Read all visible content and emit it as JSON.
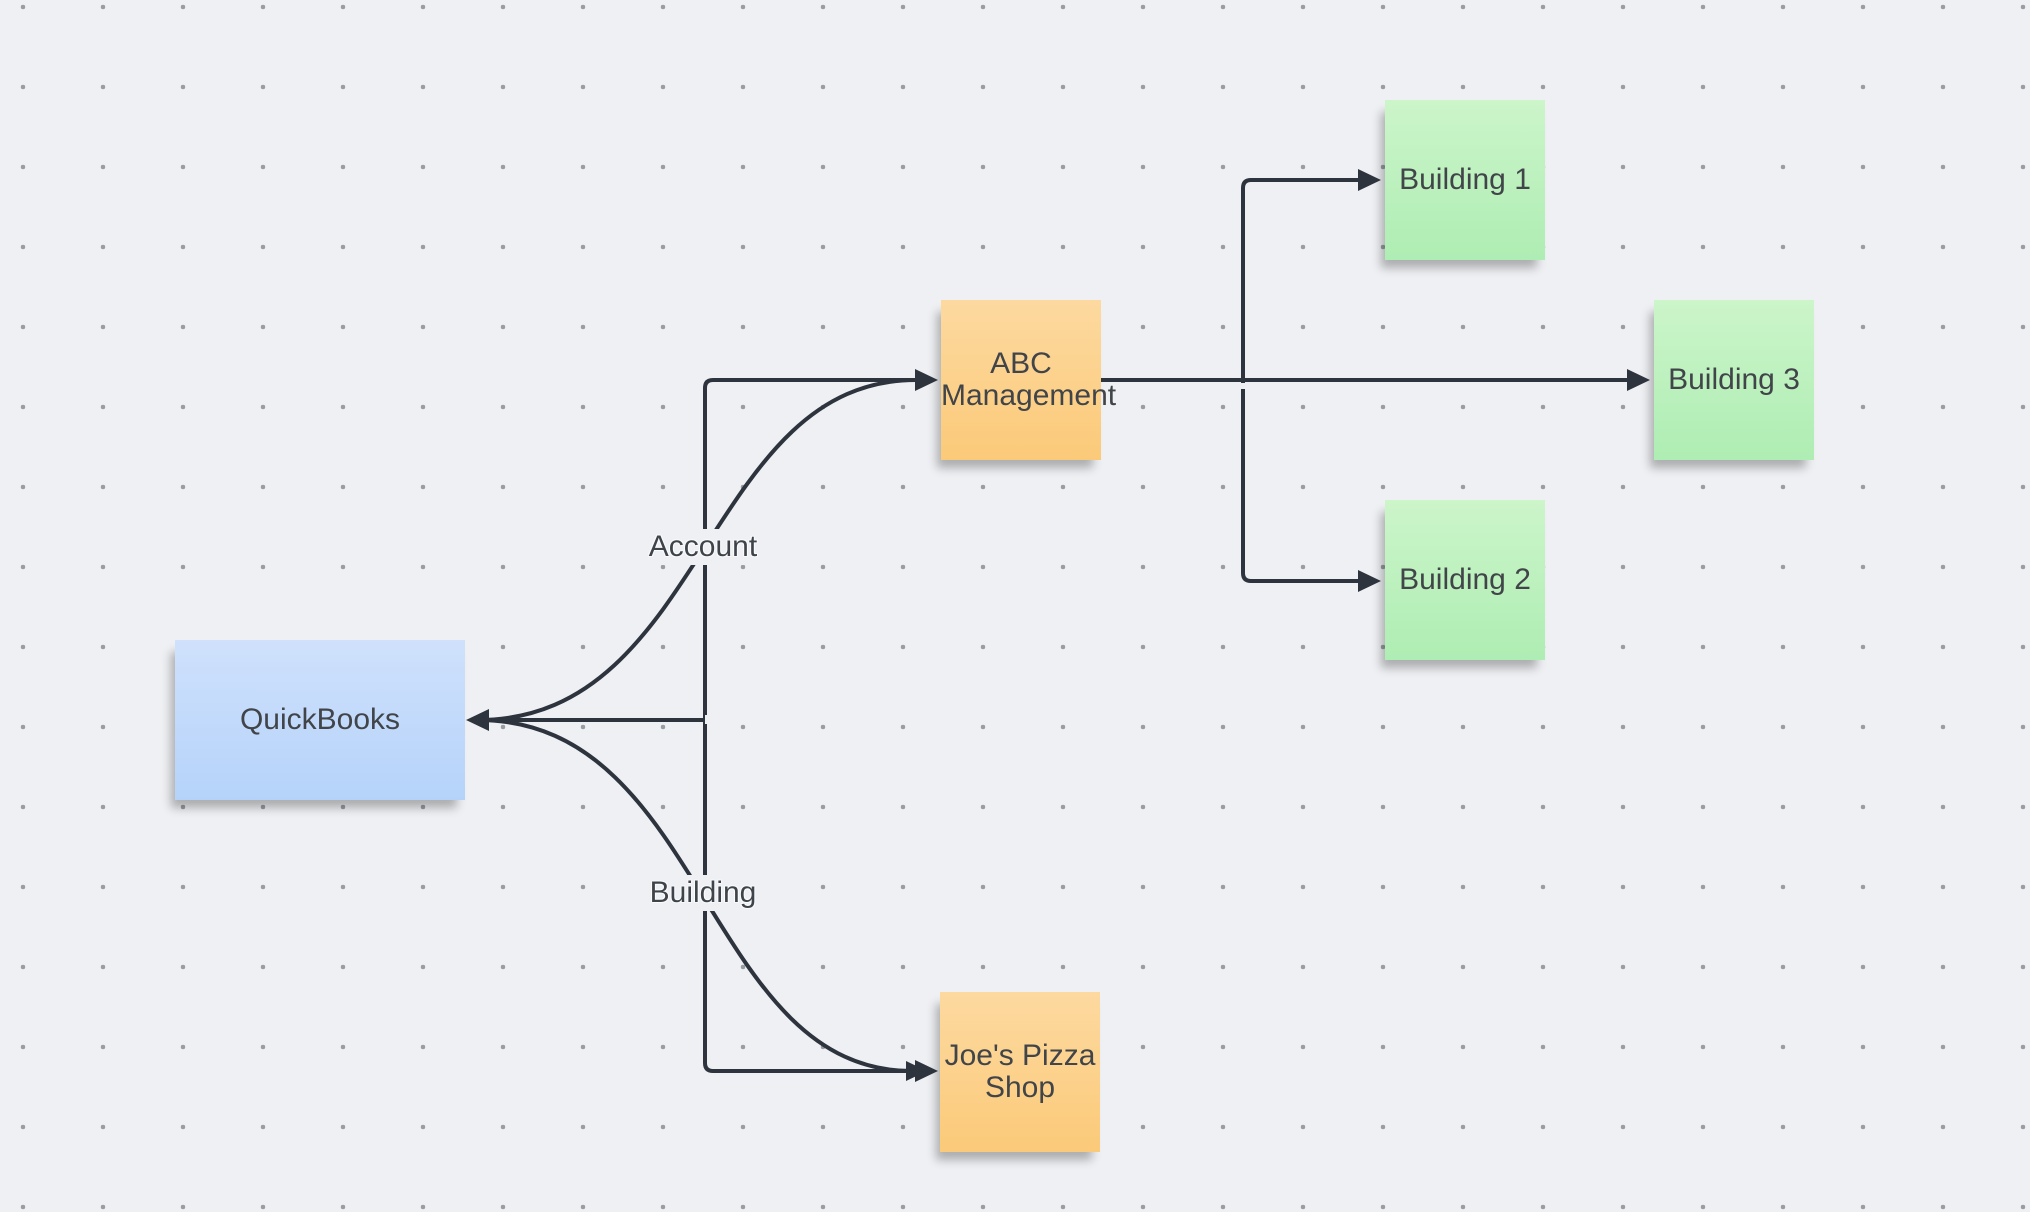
{
  "diagram": {
    "nodes": {
      "quickbooks": {
        "label": "QuickBooks",
        "fill": "#bfd9fb"
      },
      "abc_management": {
        "label": "ABC Management",
        "fill": "#fcd292"
      },
      "joes_pizza_shop": {
        "label": "Joe's Pizza Shop",
        "fill": "#fcd292"
      },
      "building_1": {
        "label": "Building 1",
        "fill": "#bdf0bf"
      },
      "building_2": {
        "label": "Building 2",
        "fill": "#bdf0bf"
      },
      "building_3": {
        "label": "Building 3",
        "fill": "#bdf0bf"
      }
    },
    "edge_labels": {
      "account": "Account",
      "building": "Building"
    },
    "colors": {
      "canvas_background": "#eef0f3",
      "grid_dot": "#989da3",
      "edge_stroke": "#2e343e",
      "node_text": "#414549",
      "blue_node": "#c2d9fb",
      "orange_node": "#fcd292",
      "green_node": "#bef0c0"
    }
  }
}
